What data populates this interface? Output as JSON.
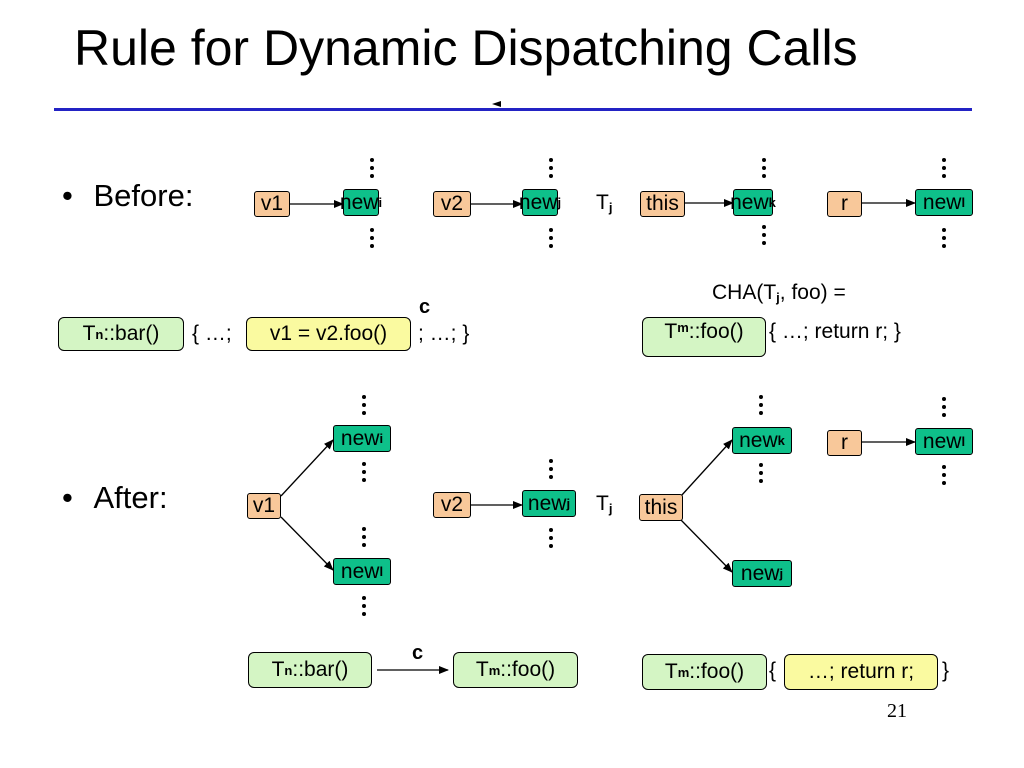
{
  "title": "Rule for Dynamic Dispatching Calls",
  "bullets": {
    "before": "Before:",
    "after": "After:",
    "marker": "•"
  },
  "labels": {
    "v1": "v1",
    "v2": "v2",
    "this": "this",
    "r": "r",
    "new": "new",
    "i": "i",
    "j": "j",
    "k": "k",
    "l": "l",
    "T": "T",
    "n": "n",
    "m": "m",
    "bar_call": "::bar()",
    "foo_call": "::foo()",
    "call_stmt": "v1 = v2.foo()",
    "body_open": "{ …;",
    "body_close": "; …; }",
    "return_body": "{ …; return r; }",
    "cha_prefix": "CHA(T",
    "cha_suffix": ", foo) =",
    "c": "c",
    "brace_open": "{",
    "brace_close": "}",
    "return_stmt": "…; return r;"
  },
  "colors": {
    "variable": "#f8c89a",
    "object": "#0ec08a",
    "method": "#d4f5c4",
    "highlight": "#fafaa0",
    "title_rule": "#2323c4"
  },
  "page_number": "21"
}
